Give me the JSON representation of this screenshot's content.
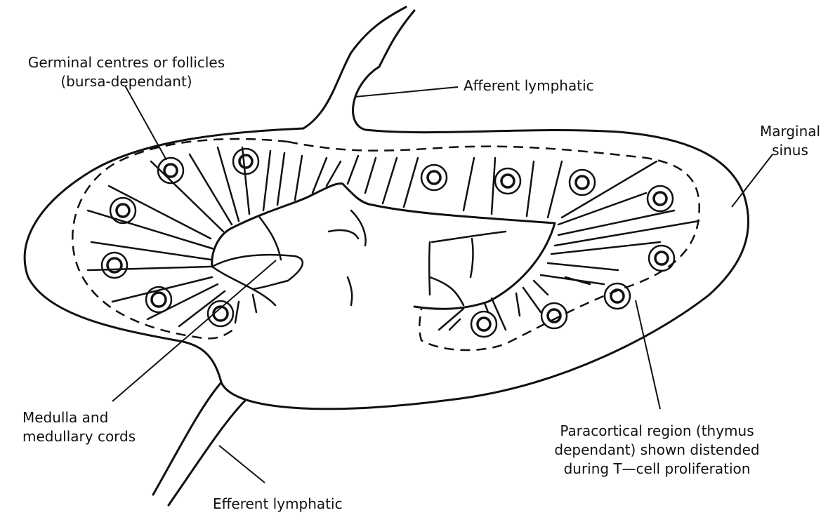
{
  "labels": {
    "germinal": {
      "line1": "Germinal centres or follicles",
      "line2": "(bursa-dependant)"
    },
    "afferent": "Afferent lymphatic",
    "marginal": {
      "line1": "Marginal",
      "line2": "sinus"
    },
    "medulla": {
      "line1": "Medulla and",
      "line2": "medullary  cords"
    },
    "paracortical": {
      "line1": "Paracortical region (thymus",
      "line2": "dependant) shown distended",
      "line3": "during T—cell proliferation"
    },
    "efferent": "Efferent lymphatic"
  }
}
